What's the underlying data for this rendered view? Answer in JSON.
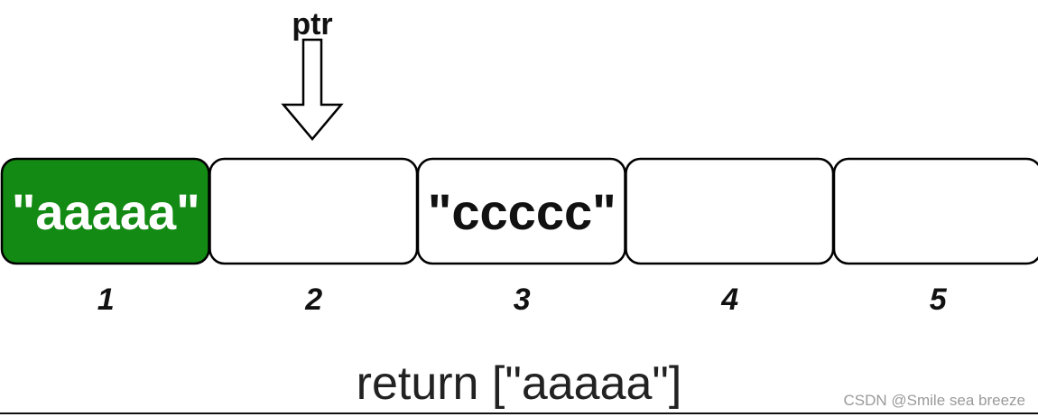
{
  "pointer": {
    "label": "ptr",
    "target_index": 2
  },
  "cells": [
    {
      "index": "1",
      "value": "\"aaaaa\"",
      "highlighted": true
    },
    {
      "index": "2",
      "value": "",
      "highlighted": false
    },
    {
      "index": "3",
      "value": "\"ccccc\"",
      "highlighted": false
    },
    {
      "index": "4",
      "value": "",
      "highlighted": false
    },
    {
      "index": "5",
      "value": "",
      "highlighted": false
    }
  ],
  "caption": "return [\"aaaaa\"]",
  "watermark": "CSDN @Smile sea breeze",
  "colors": {
    "highlight_fill": "#138a13",
    "highlight_text": "#ffffff",
    "cell_stroke": "#000000",
    "cell_fill": "#ffffff",
    "text": "#111111"
  }
}
